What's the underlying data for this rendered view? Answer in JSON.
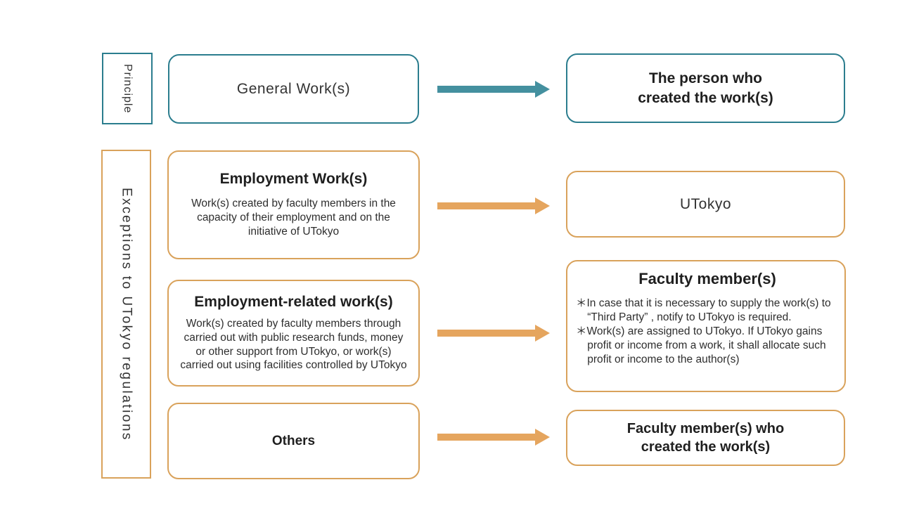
{
  "colors": {
    "teal_border": "#2b7d8e",
    "teal_arrow": "#44909f",
    "orange_border": "#d9a25b",
    "orange_arrow": "#e5a55e",
    "text": "#262626"
  },
  "side_labels": {
    "principle": "Principle",
    "exceptions": "Exceptions to UTokyo regulations"
  },
  "row1": {
    "source_title": "General Work(s)",
    "target_title": [
      "The person who",
      "created the work(s)"
    ]
  },
  "row2": {
    "source_title": "Employment Work(s)",
    "source_body": "Work(s) created by faculty members in the capacity of their employment and on the initiative of UTokyo",
    "target_title": "UTokyo"
  },
  "row3": {
    "source_title": "Employment-related work(s)",
    "source_body": "Work(s) created by faculty members through carried out with public research funds, money or other support from UTokyo, or work(s) carried out using facilities controlled by UTokyo",
    "target_title": "Faculty member(s)",
    "target_notes": [
      "＊In case that it is necessary to supply the work(s) to “Third Party” , notify to UTokyo is required.",
      "＊Work(s) are assigned to UTokyo. If UTokyo gains profit or income from a work, it shall allocate such profit or income to the author(s)"
    ]
  },
  "row4": {
    "source_title": "Others",
    "target_title": [
      "Faculty member(s) who",
      "created the work(s)"
    ]
  }
}
